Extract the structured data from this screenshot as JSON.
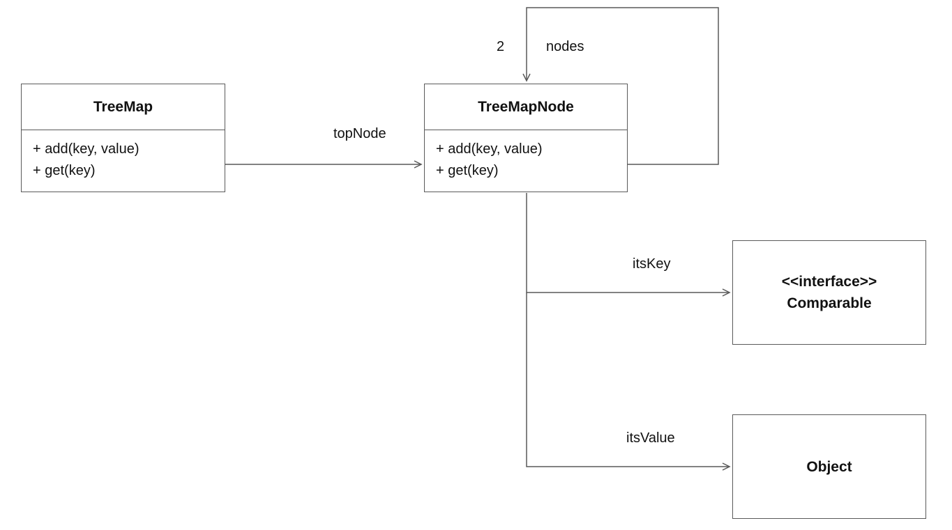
{
  "diagram": {
    "classes": {
      "treemap": {
        "title": "TreeMap",
        "methods": [
          "+ add(key, value)",
          "+ get(key)"
        ]
      },
      "treemapnode": {
        "title": "TreeMapNode",
        "methods": [
          "+ add(key, value)",
          "+ get(key)"
        ]
      },
      "comparable": {
        "stereotype": "<<interface>>",
        "title": "Comparable"
      },
      "object": {
        "title": "Object"
      }
    },
    "edges": {
      "topNode": {
        "label": "topNode"
      },
      "nodes": {
        "label": "nodes",
        "multiplicity": "2"
      },
      "itsKey": {
        "label": "itsKey"
      },
      "itsValue": {
        "label": "itsValue"
      }
    },
    "colors": {
      "stroke": "#595959",
      "text": "#111111",
      "background": "#ffffff"
    }
  }
}
